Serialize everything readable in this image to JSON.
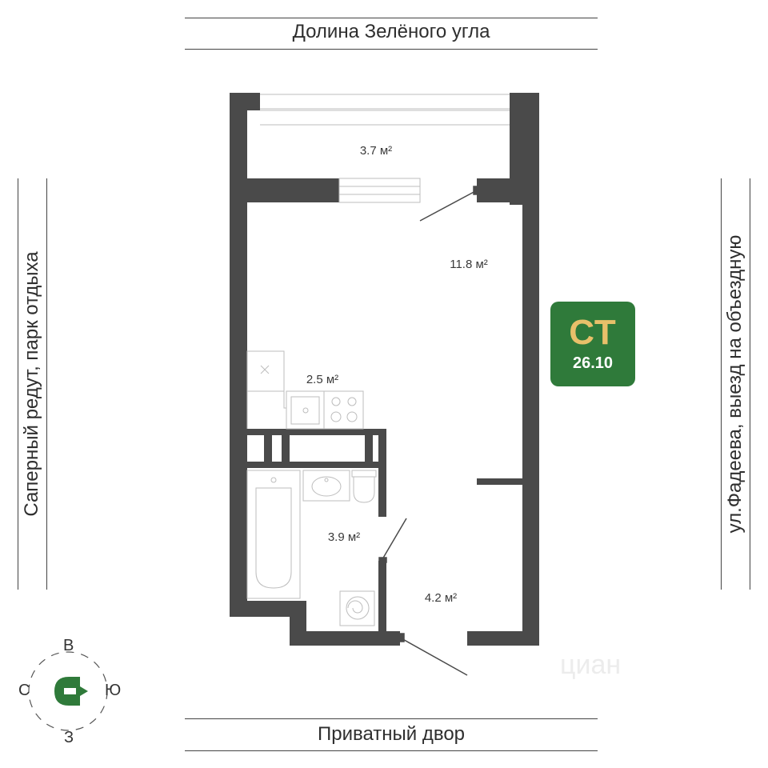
{
  "streets": {
    "top": "Долина Зелёного угла",
    "bottom": "Приватный двор",
    "left": "Саперный редут, парк отдыха",
    "right": "ул.Фадеева, выезд на объездную"
  },
  "rooms": {
    "balcony_area": "3.7 м²",
    "living_area": "11.8 м²",
    "kitchen_area": "2.5 м²",
    "bathroom_area": "3.9 м²",
    "hallway_area": "4.2 м²"
  },
  "badge": {
    "title": "СТ",
    "subtitle": "26.10",
    "color": "#2f7a3a",
    "title_color": "#e8c06a"
  },
  "compass": {
    "north": "В",
    "west": "С",
    "east": "Ю",
    "south": "З",
    "icon": "compass-arrow-icon",
    "color": "#2f7a3a"
  },
  "watermark": "циан",
  "colors": {
    "wall": "#4a4a4a",
    "fixture": "#bdbdbd"
  }
}
